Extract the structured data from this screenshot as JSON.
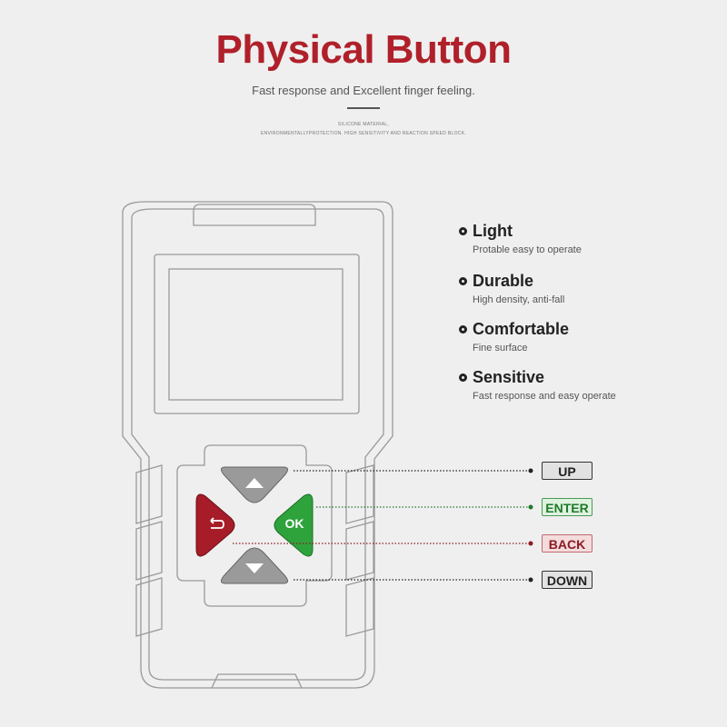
{
  "header": {
    "title": "Physical Button",
    "subtitle": "Fast response and Excellent finger feeling.",
    "note_line1": "SILICONE MATERIAL,",
    "note_line2": "ENVIRONMENTALLYPROTECTION. HIGH SENSITIVITY AND REACTION SPEED BLOCK."
  },
  "features": [
    {
      "title": "Light",
      "desc": "Protable easy to operate"
    },
    {
      "title": "Durable",
      "desc": "High density, anti-fall"
    },
    {
      "title": "Comfortable",
      "desc": "Fine surface"
    },
    {
      "title": "Sensitive",
      "desc": "Fast response and easy operate"
    }
  ],
  "buttons": {
    "ok_label": "OK",
    "back_icon": "return-arrow-icon",
    "up_icon": "triangle-up-icon",
    "down_icon": "triangle-down-icon"
  },
  "labels": [
    {
      "text": "UP",
      "color": "#222222",
      "bg": "#e2e2e2"
    },
    {
      "text": "ENTER",
      "color": "#1f7a2c",
      "bg": "#dff2df"
    },
    {
      "text": "BACK",
      "color": "#8c1b22",
      "bg": "#f4dcdc"
    },
    {
      "text": "DOWN",
      "color": "#222222",
      "bg": "#e2e2e2"
    }
  ],
  "colors": {
    "accent": "#b0202a",
    "ok_green": "#2ea33c",
    "back_red": "#a61c28",
    "arrow_gray": "#9a9a9a"
  }
}
